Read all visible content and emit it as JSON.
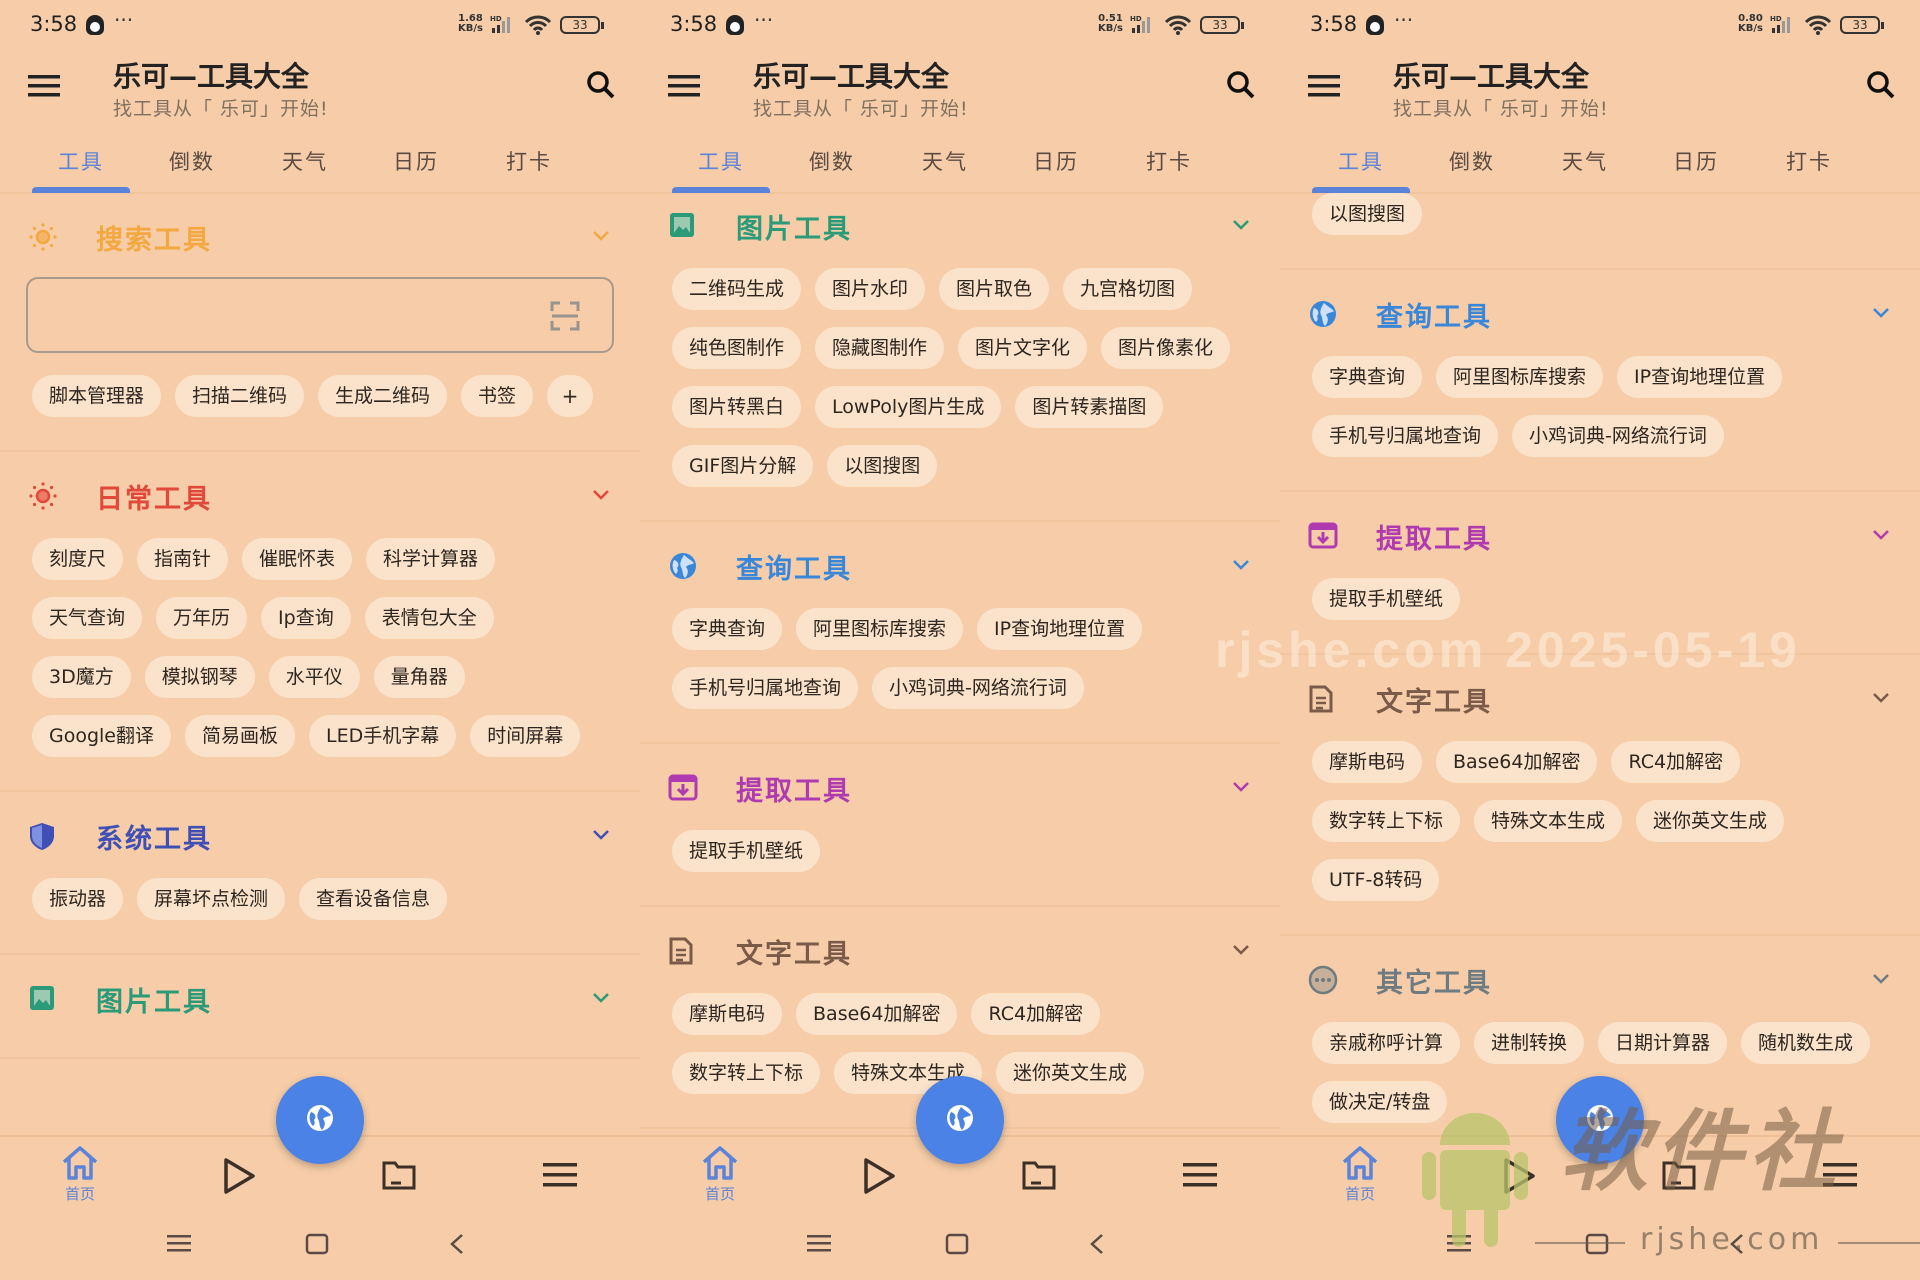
{
  "app": {
    "title": "乐可—工具大全",
    "subtitle": "找工具从「 乐可」开始!",
    "tabs": [
      "工具",
      "倒数",
      "天气",
      "日历",
      "打卡"
    ],
    "active_tab": 0,
    "nav": {
      "home_label": "首页"
    }
  },
  "colors": {
    "background": "#f6cda8",
    "chip": "#fbe3cb",
    "accent": "#5b84d8",
    "fab": "#4a82e6"
  },
  "panels": [
    {
      "status": {
        "time": "3:58",
        "speed": "1.68",
        "speed_unit": "KB/s",
        "battery": "33"
      },
      "sections": [
        {
          "title": "搜索工具",
          "color": "#f3a840",
          "icon": "sun",
          "search": true,
          "chips": [
            "脚本管理器",
            "扫描二维码",
            "生成二维码",
            "书签"
          ],
          "add_label": "+"
        },
        {
          "title": "日常工具",
          "color": "#e2483a",
          "icon": "sun",
          "chips": [
            "刻度尺",
            "指南针",
            "催眠怀表",
            "科学计算器",
            "天气查询",
            "万年历",
            "Ip查询",
            "表情包大全",
            "3D魔方",
            "模拟钢琴",
            "水平仪",
            "量角器",
            "Google翻译",
            "简易画板",
            "LED手机字幕",
            "时间屏幕"
          ]
        },
        {
          "title": "系统工具",
          "color": "#3f4fb5",
          "icon": "shield",
          "chips": [
            "振动器",
            "屏幕坏点检测",
            "查看设备信息"
          ]
        },
        {
          "title": "图片工具",
          "color": "#2a9a78",
          "icon": "image",
          "chips": []
        }
      ]
    },
    {
      "status": {
        "time": "3:58",
        "speed": "0.51",
        "speed_unit": "KB/s",
        "battery": "33"
      },
      "sections": [
        {
          "title": "图片工具",
          "color": "#2a9a78",
          "icon": "image",
          "chips": [
            "二维码生成",
            "图片水印",
            "图片取色",
            "九宫格切图",
            "纯色图制作",
            "隐藏图制作",
            "图片文字化",
            "图片像素化",
            "图片转黑白",
            "LowPoly图片生成",
            "图片转素描图",
            "GIF图片分解",
            "以图搜图"
          ]
        },
        {
          "title": "查询工具",
          "color": "#3a86d8",
          "icon": "globe",
          "chips": [
            "字典查询",
            "阿里图标库搜索",
            "IP查询地理位置",
            "手机号归属地查询",
            "小鸡词典-网络流行词"
          ]
        },
        {
          "title": "提取工具",
          "color": "#b03ab0",
          "icon": "extract",
          "chips": [
            "提取手机壁纸"
          ]
        },
        {
          "title": "文字工具",
          "color": "#7a5a48",
          "icon": "doc",
          "chips": [
            "摩斯电码",
            "Base64加解密",
            "RC4加解密",
            "数字转上下标",
            "特殊文本生成",
            "迷你英文生成"
          ]
        }
      ]
    },
    {
      "status": {
        "time": "3:58",
        "speed": "0.80",
        "speed_unit": "KB/s",
        "battery": "33"
      },
      "sections": [
        {
          "partial": true,
          "chips": [
            "以图搜图"
          ]
        },
        {
          "title": "查询工具",
          "color": "#3a86d8",
          "icon": "globe",
          "chips": [
            "字典查询",
            "阿里图标库搜索",
            "IP查询地理位置",
            "手机号归属地查询",
            "小鸡词典-网络流行词"
          ]
        },
        {
          "title": "提取工具",
          "color": "#b03ab0",
          "icon": "extract",
          "chips": [
            "提取手机壁纸"
          ]
        },
        {
          "title": "文字工具",
          "color": "#7a5a48",
          "icon": "doc",
          "chips": [
            "摩斯电码",
            "Base64加解密",
            "RC4加解密",
            "数字转上下标",
            "特殊文本生成",
            "迷你英文生成",
            "UTF-8转码"
          ]
        },
        {
          "title": "其它工具",
          "color": "#6e7b80",
          "icon": "dots",
          "chips": [
            "亲戚称呼计算",
            "进制转换",
            "日期计算器",
            "随机数生成",
            "做决定/转盘"
          ]
        }
      ]
    }
  ],
  "watermark": {
    "date_text": "rjshe.com 2025-05-19",
    "brand": "软件社",
    "site": "rjshe.com"
  }
}
